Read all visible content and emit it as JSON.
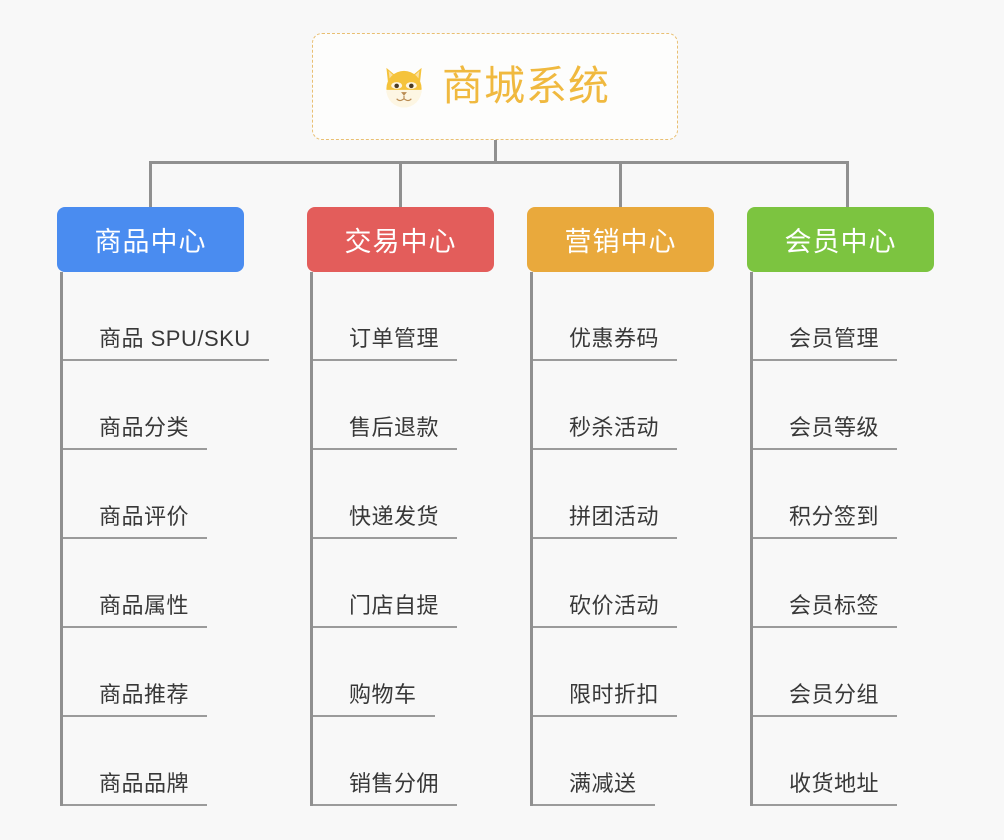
{
  "diagram": {
    "root": {
      "title": "商城系统",
      "icon": "shiba-dog-icon",
      "border_color": "#e9bf72",
      "text_color": "#f0b93f",
      "background": "#fdfdfc"
    },
    "connector_color": "#909090",
    "page_background": "#f8f8f8",
    "columns": [
      {
        "header": "商品中心",
        "color": "#4a8cf0",
        "items": [
          "商品 SPU/SKU",
          "商品分类",
          "商品评价",
          "商品属性",
          "商品推荐",
          "商品品牌"
        ]
      },
      {
        "header": "交易中心",
        "color": "#e35d5b",
        "items": [
          "订单管理",
          "售后退款",
          "快递发货",
          "门店自提",
          "购物车",
          "销售分佣"
        ]
      },
      {
        "header": "营销中心",
        "color": "#e9a93c",
        "items": [
          "优惠券码",
          "秒杀活动",
          "拼团活动",
          "砍价活动",
          "限时折扣",
          "满减送"
        ]
      },
      {
        "header": "会员中心",
        "color": "#7cc440",
        "items": [
          "会员管理",
          "会员等级",
          "积分签到",
          "会员标签",
          "会员分组",
          "收货地址"
        ]
      }
    ]
  }
}
